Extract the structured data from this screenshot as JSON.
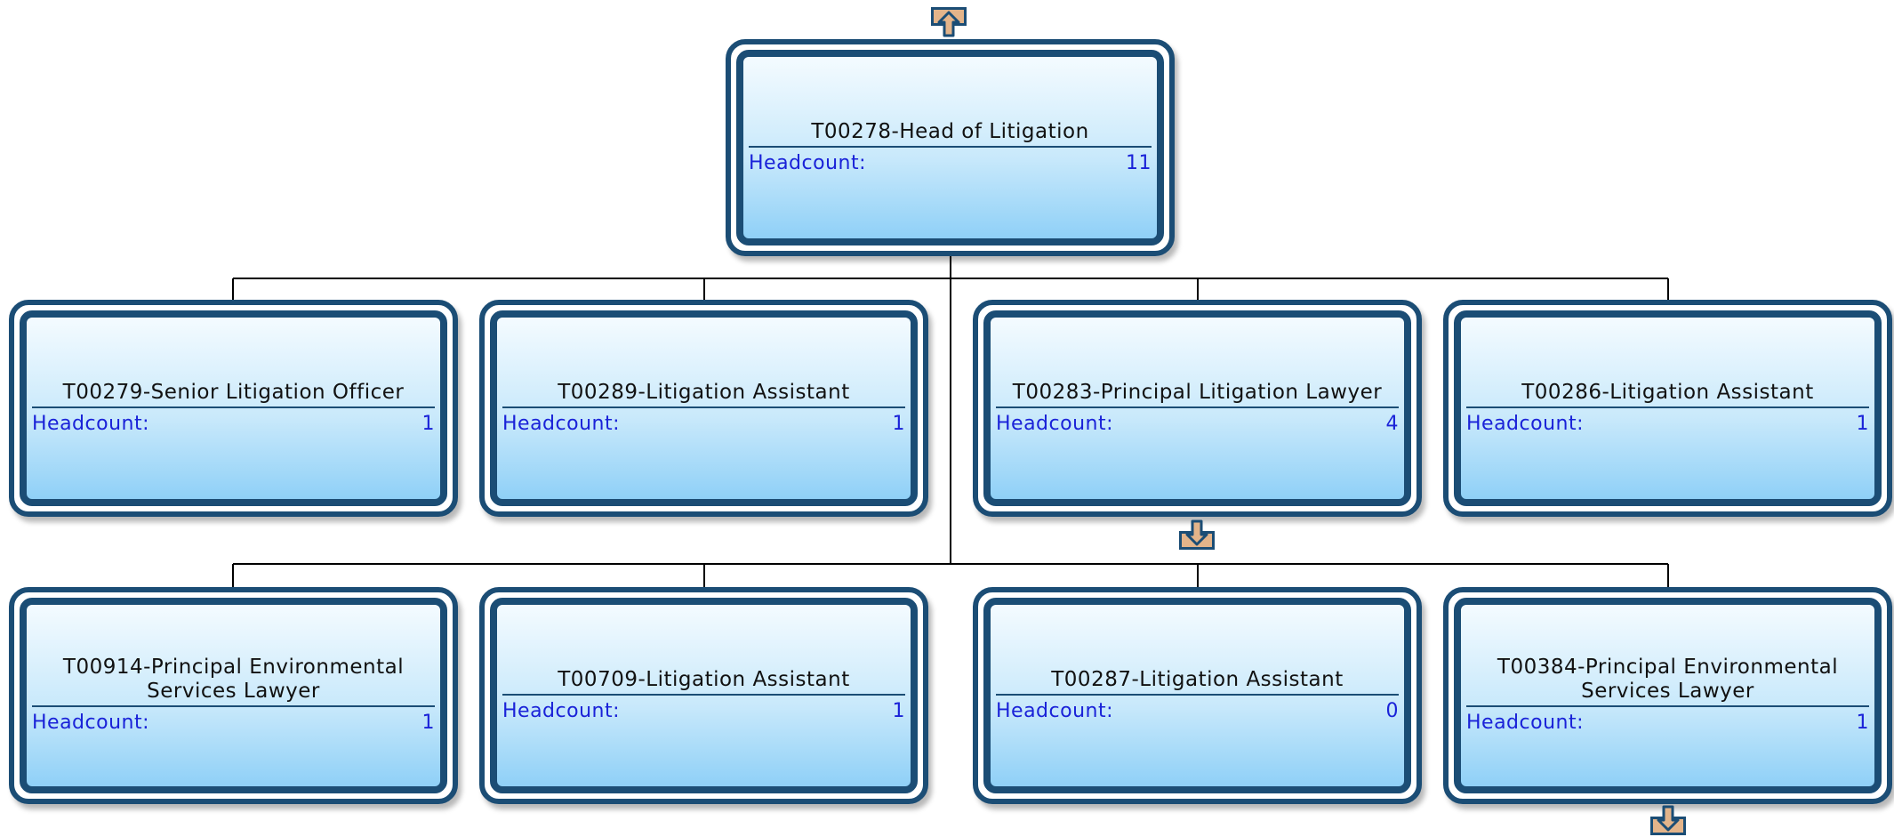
{
  "chart": {
    "root": {
      "title": "T00278-Head of Litigation",
      "headcount_label": "Headcount:",
      "headcount": "11"
    },
    "row1": [
      {
        "title": "T00279-Senior Litigation Officer",
        "headcount_label": "Headcount:",
        "headcount": "1"
      },
      {
        "title": "T00289-Litigation Assistant",
        "headcount_label": "Headcount:",
        "headcount": "1"
      },
      {
        "title": "T00283-Principal Litigation Lawyer",
        "headcount_label": "Headcount:",
        "headcount": "4"
      },
      {
        "title": "T00286-Litigation Assistant",
        "headcount_label": "Headcount:",
        "headcount": "1"
      }
    ],
    "row2": [
      {
        "title": "T00914-Principal Environmental Services Lawyer",
        "headcount_label": "Headcount:",
        "headcount": "1"
      },
      {
        "title": "T00709-Litigation Assistant",
        "headcount_label": "Headcount:",
        "headcount": "1"
      },
      {
        "title": "T00287-Litigation Assistant",
        "headcount_label": "Headcount:",
        "headcount": "0"
      },
      {
        "title": "T00384-Principal Environmental Services Lawyer",
        "headcount_label": "Headcount:",
        "headcount": "1"
      }
    ]
  },
  "colors": {
    "border": "#1b4d75",
    "label": "#1a22d8",
    "arrow_fill": "#e3b48a",
    "connector": "#000000"
  },
  "icons": {
    "expand_up": "arrow-up-icon",
    "expand_down": "arrow-down-icon"
  }
}
